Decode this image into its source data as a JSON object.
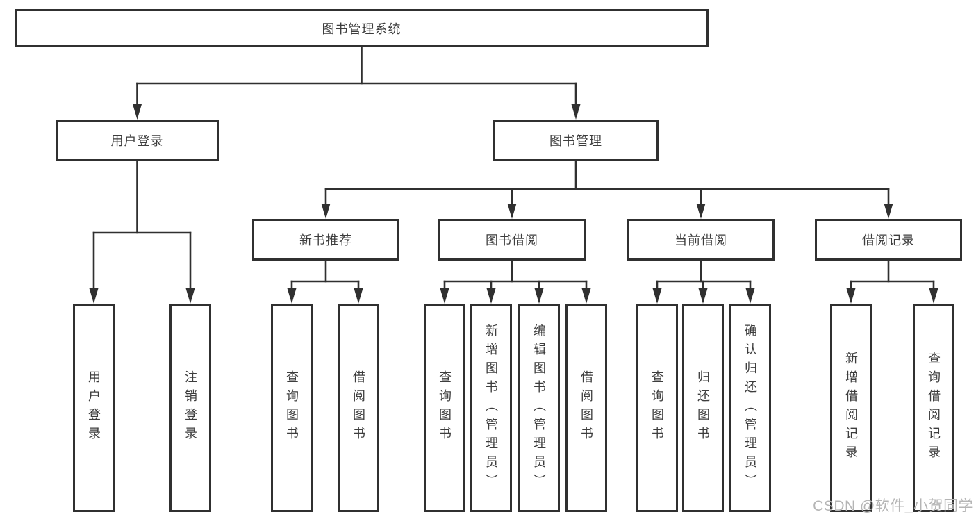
{
  "watermark": "CSDN @软件_小贺同学",
  "colors": {
    "line": "#303030",
    "node_border": "#303030",
    "node_text": "#3d3d3d",
    "watermark_text": "#b5b5b5",
    "background": "#ffffff"
  },
  "tree": {
    "root": {
      "label": "图书管理系统"
    },
    "branches": [
      {
        "label": "用户登录",
        "children": [
          {
            "label": "用户登录"
          },
          {
            "label": "注销登录"
          }
        ]
      },
      {
        "label": "图书管理",
        "children": [
          {
            "label": "新书推荐",
            "children": [
              {
                "label": "查询图书"
              },
              {
                "label": "借阅图书"
              }
            ]
          },
          {
            "label": "图书借阅",
            "children": [
              {
                "label": "查询图书"
              },
              {
                "label": "新增图书（管理员）"
              },
              {
                "label": "编辑图书（管理员）"
              },
              {
                "label": "借阅图书"
              }
            ]
          },
          {
            "label": "当前借阅",
            "children": [
              {
                "label": "查询图书"
              },
              {
                "label": "归还图书"
              },
              {
                "label": "确认归还（管理员）"
              }
            ]
          },
          {
            "label": "借阅记录",
            "children": [
              {
                "label": "新增借阅记录"
              },
              {
                "label": "查询借阅记录"
              }
            ]
          }
        ]
      }
    ]
  }
}
